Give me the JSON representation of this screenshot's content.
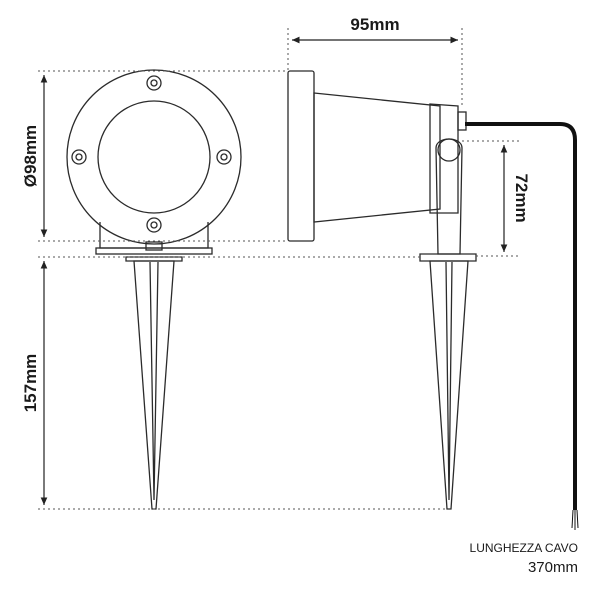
{
  "dimensions": {
    "width_label": "95mm",
    "diameter_label": "Ø98mm",
    "height_label": "72mm",
    "stake_label": "157mm"
  },
  "cable": {
    "caption": "LUNGHEZZA CAVO",
    "length": "370mm"
  },
  "colors": {
    "line": "#2b2b2b",
    "cable": "#111111",
    "background": "#ffffff"
  }
}
